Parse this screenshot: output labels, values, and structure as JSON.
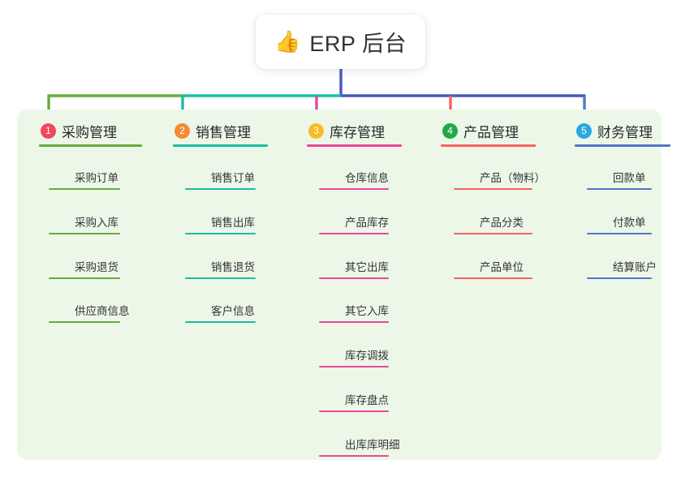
{
  "diagram": {
    "type": "mind-map",
    "root": {
      "icon": "thumbs-up-icon",
      "icon_glyph": "👍",
      "label": "ERP 后台"
    },
    "panel_color": "#edf7e8",
    "background_color": "#ffffff",
    "trunk_color": "#4558c0",
    "branches": [
      {
        "number": "1",
        "label": "采购管理",
        "badge_color": "#f2475f",
        "line_color": "#63ac3f",
        "children": [
          "采购订单",
          "采购入库",
          "采购退货",
          "供应商信息"
        ]
      },
      {
        "number": "2",
        "label": "销售管理",
        "badge_color": "#f58a31",
        "line_color": "#16bfa4",
        "children": [
          "销售订单",
          "销售出库",
          "销售退货",
          "客户信息"
        ]
      },
      {
        "number": "3",
        "label": "库存管理",
        "badge_color": "#f6bd23",
        "line_color": "#e8489b",
        "children": [
          "仓库信息",
          "产品库存",
          "其它出库",
          "其它入库",
          "库存调拨",
          "库存盘点",
          "出库库明细"
        ]
      },
      {
        "number": "4",
        "label": "产品管理",
        "badge_color": "#21a84d",
        "line_color": "#f4635f",
        "children": [
          "产品（物料）",
          "产品分类",
          "产品单位"
        ]
      },
      {
        "number": "5",
        "label": "财务管理",
        "badge_color": "#29a8e0",
        "line_color": "#5277c7",
        "children": [
          "回款单",
          "付款单",
          "结算账户"
        ]
      }
    ]
  }
}
